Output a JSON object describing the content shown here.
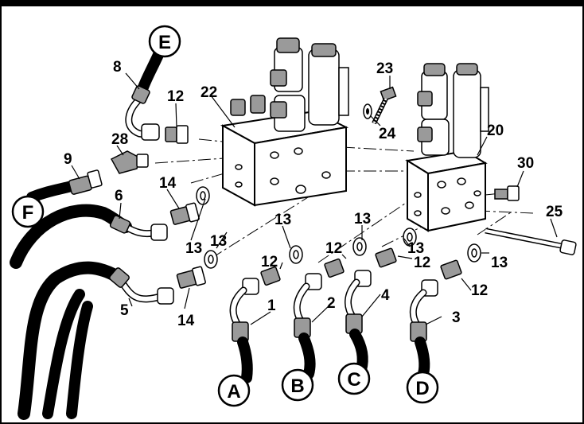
{
  "diagram": {
    "letters": [
      "A",
      "B",
      "C",
      "D",
      "E",
      "F"
    ],
    "parts": {
      "p1": "1",
      "p2": "2",
      "p3": "3",
      "p4": "4",
      "p5": "5",
      "p6": "6",
      "p8": "8",
      "p9": "9",
      "p12a": "12",
      "p12b": "12",
      "p12c": "12",
      "p12d": "12",
      "p12e": "12",
      "p13a": "13",
      "p13b": "13",
      "p13c": "13",
      "p13d": "13",
      "p13e": "13",
      "p13f": "13",
      "p14a": "14",
      "p14b": "14",
      "p20": "20",
      "p22": "22",
      "p23": "23",
      "p24": "24",
      "p25": "25",
      "p28": "28",
      "p30": "30"
    }
  }
}
